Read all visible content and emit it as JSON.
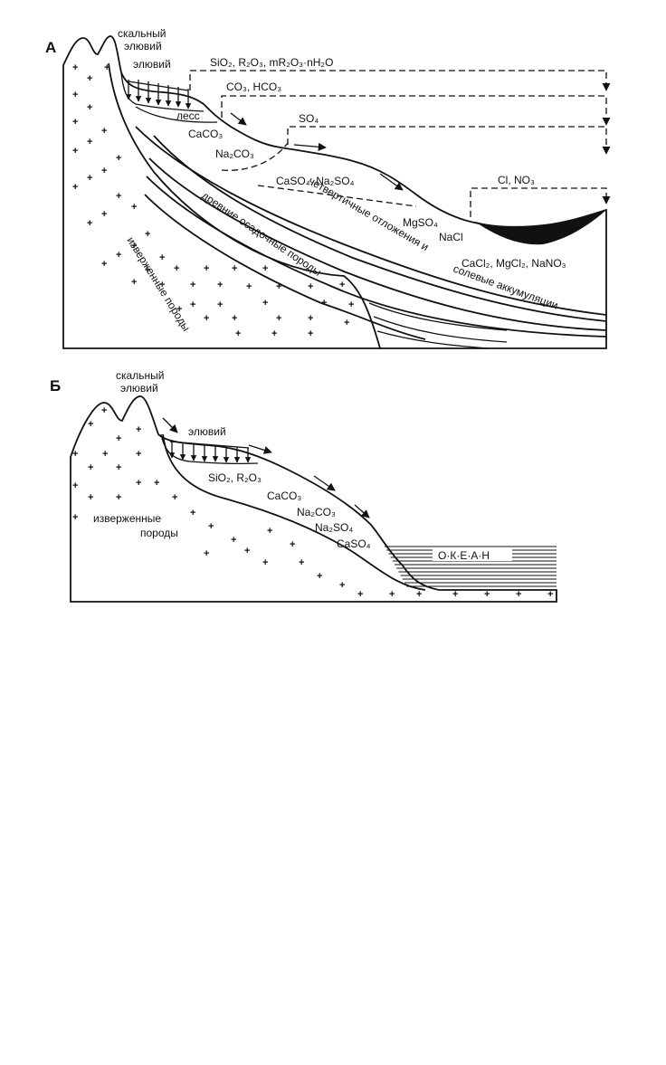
{
  "panel_a": {
    "letter": "А",
    "labels": {
      "rock_eluvium_1": "скальный",
      "rock_eluvium_2": "элювий",
      "eluvium": "элювий",
      "loess": "лесс",
      "igneous": "изверженные породы",
      "ancient_sediments": "древние осадочные породы",
      "quaternary_1": "четвертичные отложения и",
      "quaternary_2": "солевые аккумуляции"
    },
    "flows": {
      "f1": "SiO₂, R₂O₃, mR₂O₃·nH₂O",
      "f2": "CO₃, HCO₃",
      "f3": "SO₄",
      "f4": "Cl, NO₃"
    },
    "compounds": {
      "caco3": "CaCO₃",
      "na2co3": "Na₂CO₃",
      "caso4_na2so4": "CaSO₄, Na₂SO₄",
      "mgso4": "MgSO₄",
      "nacl": "NaCl",
      "chlorides": "CaCl₂, MgCl₂, NaNO₃"
    }
  },
  "panel_b": {
    "letter": "Б",
    "labels": {
      "rock_eluvium_1": "скальный",
      "rock_eluvium_2": "элювий",
      "eluvium": "элювий",
      "igneous_1": "изверженные",
      "igneous_2": "породы",
      "ocean": "О·К·Е·А·Н"
    },
    "compounds": {
      "sio2": "SiO₂, R₂O₃",
      "caco3": "CaCO₃",
      "na2co3": "Na₂CO₃",
      "na2so4": "Na₂SO₄",
      "caso4": "CaSO₄"
    }
  },
  "symbols": {
    "plus": "+"
  }
}
